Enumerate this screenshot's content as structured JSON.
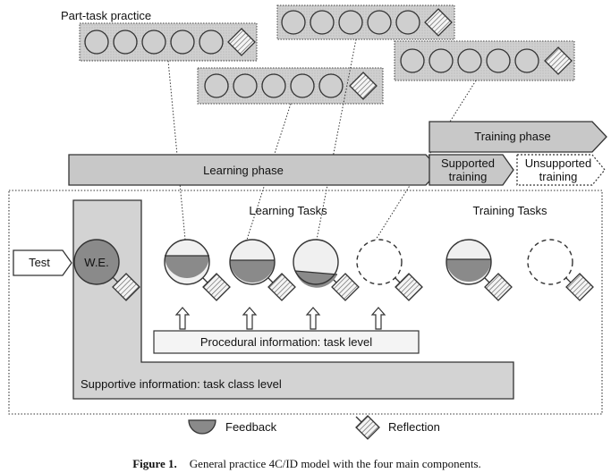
{
  "labels": {
    "part_task_practice": "Part-task practice",
    "training_phase": "Training phase",
    "learning_phase": "Learning phase",
    "supported_line1": "Supported",
    "supported_line2": "training",
    "unsupported_line1": "Unsupported",
    "unsupported_line2": "training",
    "learning_tasks": "Learning Tasks",
    "training_tasks": "Training Tasks",
    "test": "Test",
    "worked_example": "W.E.",
    "procedural_information": "Procedural information: task level",
    "supportive_information": "Supportive information: task class level",
    "legend_feedback": "Feedback",
    "legend_reflection": "Reflection"
  },
  "caption": {
    "label": "Figure 1.",
    "text": "General practice 4C/ID model with the four main components."
  },
  "colors": {
    "panel_gray": "#d3d3d3",
    "arrow_gray": "#c8c8c8",
    "circle_fill": "#f0f0f0",
    "feedback_fill": "#8a8a8a"
  }
}
